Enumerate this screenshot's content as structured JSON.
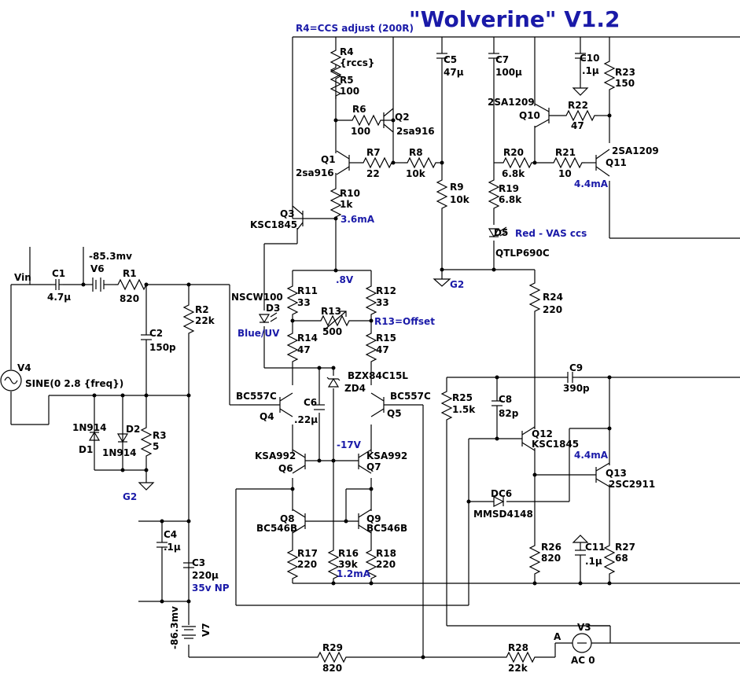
{
  "title": "\"Wolverine\" V1.2",
  "notes": {
    "r4_note": "R4=CCS adjust (200R)",
    "r13_note": "R13=Offset",
    "d5_note": "Red -  VAS ccs",
    "d3_note": "Blue/UV",
    "c3_note": "35v NP"
  },
  "measurements": {
    "q3_current": "3.6mA",
    "q11_current": "4.4mA",
    "q13_current": "4.4mA",
    "r13_voltage": ".8V",
    "q6_voltage": "-17V",
    "r16_current": "1.2mA",
    "v6_voltage": "-85.3mv",
    "v7_voltage": "-86.3mv"
  },
  "nets": {
    "vin": "Vin",
    "g2_left": "G2",
    "g2_mid": "G2",
    "node_a": "A"
  },
  "components": {
    "C1": {
      "name": "C1",
      "value": "4.7µ"
    },
    "V6": {
      "name": "V6"
    },
    "R1": {
      "name": "R1",
      "value": "820"
    },
    "C2": {
      "name": "C2",
      "value": "150p"
    },
    "R2": {
      "name": "R2",
      "value": "22k"
    },
    "V4": {
      "name": "V4",
      "value": "SINE(0 2.8 {freq})"
    },
    "D1": {
      "name": "D1",
      "value": "1N914"
    },
    "D2": {
      "name": "D2",
      "value": "1N914"
    },
    "R3": {
      "name": "R3",
      "value": "5"
    },
    "C4": {
      "name": "C4",
      "value": ".1µ"
    },
    "C3": {
      "name": "C3",
      "value": "220µ"
    },
    "V7": {
      "name": "V7"
    },
    "R4": {
      "name": "R4",
      "value": "{rccs}"
    },
    "R5": {
      "name": "R5",
      "value": "100"
    },
    "R6": {
      "name": "R6",
      "value": "100"
    },
    "Q2": {
      "name": "Q2",
      "value": "2sa916"
    },
    "Q1": {
      "name": "Q1",
      "value": "2sa916"
    },
    "R7": {
      "name": "R7",
      "value": "22"
    },
    "R8": {
      "name": "R8",
      "value": "10k"
    },
    "R10": {
      "name": "R10",
      "value": "1k"
    },
    "Q3": {
      "name": "Q3",
      "value": "KSC1845"
    },
    "C5": {
      "name": "C5",
      "value": "47µ"
    },
    "R9": {
      "name": "R9",
      "value": "10k"
    },
    "C7": {
      "name": "C7",
      "value": "100µ"
    },
    "C10": {
      "name": "C10",
      "value": ".1µ"
    },
    "R23": {
      "name": "R23",
      "value": "150"
    },
    "Q10": {
      "name": "Q10",
      "value": "2SA1209"
    },
    "R22": {
      "name": "R22",
      "value": "47"
    },
    "R20": {
      "name": "R20",
      "value": "6.8k"
    },
    "R21": {
      "name": "R21",
      "value": "10"
    },
    "Q11": {
      "name": "Q11",
      "value": "2SA1209"
    },
    "R19": {
      "name": "R19",
      "value": "6.8k"
    },
    "D5": {
      "name": "D5",
      "value": "QTLP690C"
    },
    "D3": {
      "name": "D3",
      "value": "NSCW100"
    },
    "R11": {
      "name": "R11",
      "value": "33"
    },
    "R12": {
      "name": "R12",
      "value": "33"
    },
    "R13": {
      "name": "R13",
      "value": "500"
    },
    "R14": {
      "name": "R14",
      "value": "47"
    },
    "R15": {
      "name": "R15",
      "value": "47"
    },
    "ZD4": {
      "name": "ZD4",
      "value": "BZX84C15L"
    },
    "C6": {
      "name": "C6",
      "value": ".22µ"
    },
    "Q4": {
      "name": "Q4",
      "value": "BC557C"
    },
    "Q5": {
      "name": "Q5",
      "value": "BC557C"
    },
    "Q6": {
      "name": "Q6",
      "value": "KSA992"
    },
    "Q7": {
      "name": "Q7",
      "value": "KSA992"
    },
    "Q8": {
      "name": "Q8",
      "value": "BC546B"
    },
    "Q9": {
      "name": "Q9",
      "value": "BC546B"
    },
    "R17": {
      "name": "R17",
      "value": "220"
    },
    "R16": {
      "name": "R16",
      "value": "39k"
    },
    "R18": {
      "name": "R18",
      "value": "220"
    },
    "R24": {
      "name": "R24",
      "value": "220"
    },
    "C9": {
      "name": "C9",
      "value": "390p"
    },
    "R25": {
      "name": "R25",
      "value": "1.5k"
    },
    "C8": {
      "name": "C8",
      "value": "82p"
    },
    "Q12": {
      "name": "Q12",
      "value": "KSC1845"
    },
    "Q13": {
      "name": "Q13",
      "value": "2SC2911"
    },
    "DC6": {
      "name": "DC6",
      "value": "MMSD4148"
    },
    "R26": {
      "name": "R26",
      "value": "820"
    },
    "C11": {
      "name": "C11",
      "value": ".1µ"
    },
    "R27": {
      "name": "R27",
      "value": "68"
    },
    "R29": {
      "name": "R29",
      "value": "820"
    },
    "R28": {
      "name": "R28",
      "value": "22k"
    },
    "V3": {
      "name": "V3",
      "value": "AC 0"
    }
  },
  "colors": {
    "annotation": "#1a1aa8",
    "wire": "#000000",
    "background": "#ffffff"
  }
}
